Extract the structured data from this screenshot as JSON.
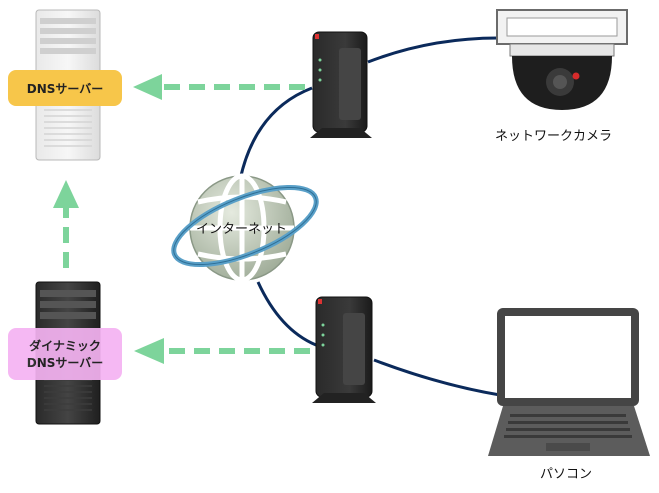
{
  "nodes": {
    "dns_server": {
      "label": "DNSサーバー"
    },
    "dynamic_dns_server": {
      "line1": "ダイナミック",
      "line2": "DNSサーバー"
    },
    "internet": {
      "label": "インターネット"
    },
    "network_camera": {
      "label": "ネットワークカメラ"
    },
    "pc": {
      "label": "パソコン"
    }
  },
  "colors": {
    "arrow_green": "#7dd49b",
    "link_navy": "#0b2a5b",
    "dns_badge": "#f7c64a",
    "ddns_badge": "#f5b3f2",
    "globe_gray": "#b9c4b4",
    "globe_ring": "#5aa0c8"
  },
  "icons": [
    "server-icon",
    "router-icon",
    "globe-icon",
    "camera-icon",
    "laptop-icon",
    "arrow-icon"
  ]
}
